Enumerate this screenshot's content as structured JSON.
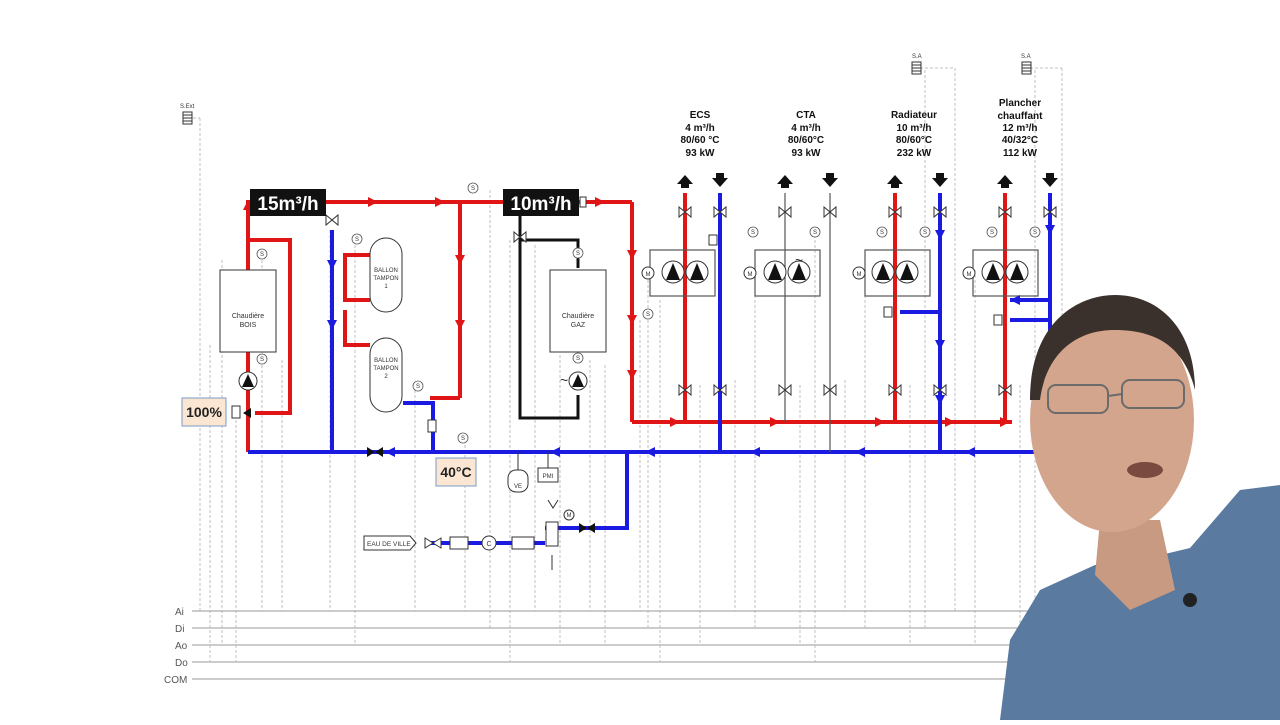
{
  "diagram": {
    "flow_labels": {
      "left": "15m³/h",
      "right": "10m³/h"
    },
    "sensors": {
      "s_ext": "S.Ext",
      "s_a1": "S.A",
      "s_a2": "S.A",
      "s_mark": "S"
    },
    "equipment": {
      "boiler_wood_l1": "Chaudière",
      "boiler_wood_l2": "BOIS",
      "boiler_gas_l1": "Chaudière",
      "boiler_gas_l2": "GAZ",
      "tank1_l1": "BALLON",
      "tank1_l2": "TAMPON",
      "tank1_l3": "1",
      "tank2_l1": "BALLON",
      "tank2_l2": "TAMPON",
      "tank2_l3": "2",
      "expansion": "VE",
      "pmi": "PMI",
      "meter": "C",
      "motor": "M",
      "city_water": "EAU DE VILLE",
      "tilde": "~"
    },
    "circuits": [
      {
        "name": "ECS",
        "flow": "4 m³/h",
        "temps": "80/60 °C",
        "power": "93 kW"
      },
      {
        "name": "CTA",
        "flow": "4 m³/h",
        "temps": "80/60°C",
        "power": "93 kW"
      },
      {
        "name": "Radiateur",
        "flow": "10 m³/h",
        "temps": "80/60°C",
        "power": "232 kW"
      },
      {
        "name_line1": "Plancher",
        "name_line2": "chauffant",
        "flow": "12 m³/h",
        "temps": "40/32°C",
        "power": "112 kW"
      }
    ],
    "badges": {
      "valve_pct": "100%",
      "temp": "40°C"
    },
    "bus_lines": [
      "Ai",
      "Di",
      "Ao",
      "Do",
      "COM"
    ]
  },
  "colors": {
    "hot": "#e01515",
    "cold": "#1a1ae0",
    "black": "#111111",
    "badge_bg": "#fbe6d3",
    "badge_border": "#7a9cc4"
  }
}
